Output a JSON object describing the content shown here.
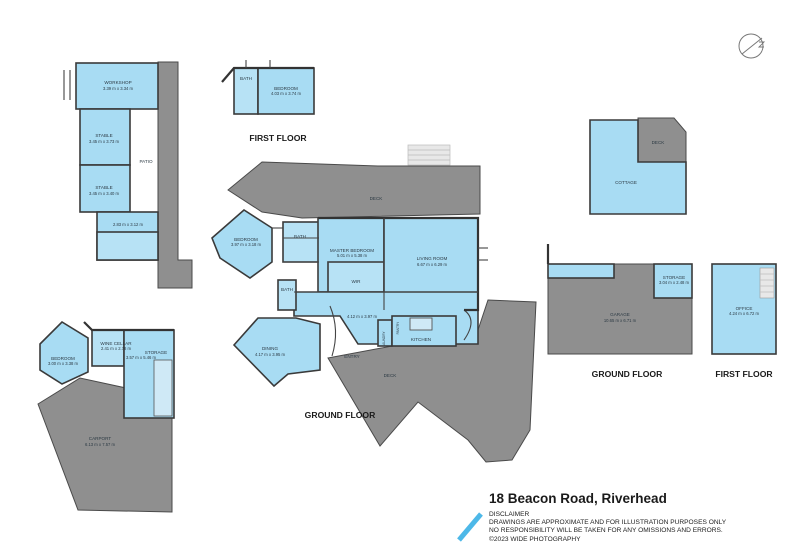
{
  "header": {
    "address": "18 Beacon Road, Riverhead"
  },
  "floor_labels": {
    "first_floor_top": "FIRST FLOOR",
    "ground_floor_main": "GROUND FLOOR",
    "ground_floor_right": "GROUND FLOOR",
    "first_floor_right": "FIRST FLOOR"
  },
  "rooms": {
    "workshop": {
      "name": "WORKSHOP",
      "dims": "3.39 m x 3.34 m"
    },
    "stable1": {
      "name": "STABLE",
      "dims": "3.45 m x 3.73 m"
    },
    "stable2": {
      "name": "STABLE",
      "dims": "3.45 m x 3.40 m"
    },
    "patio": {
      "name": "PATIO"
    },
    "small_room": {
      "dims": "2.83 m x 3.12 m"
    },
    "bath_ff": {
      "name": "BATH"
    },
    "bedroom_ff": {
      "name": "BEDROOM",
      "dims": "4.03 m x 3.74 m"
    },
    "deck_main": {
      "name": "DECK"
    },
    "bedroom_main": {
      "name": "BEDROOM",
      "dims": "3.97 m x 3.18 m"
    },
    "bath_main": {
      "name": "BATH"
    },
    "master": {
      "name": "MASTER BEDROOM",
      "dims": "5.01 m x 5.38 m"
    },
    "wir": {
      "name": "WIR"
    },
    "living": {
      "name": "LIVING ROOM",
      "dims": "6.67 m x 6.29 m"
    },
    "bath_small": {
      "name": "BATH"
    },
    "laundry": {
      "name": "LAUNDRY"
    },
    "dining": {
      "name": "DINING",
      "dims": "4.17 m x 3.95 m"
    },
    "hall": {
      "dims": "4.12 m x 3.97 m"
    },
    "entry": {
      "name": "ENTRY"
    },
    "pantry": {
      "name": "PANTRY"
    },
    "kitchen": {
      "name": "KITCHEN"
    },
    "deck_lower": {
      "name": "DECK"
    },
    "bedroom_left": {
      "name": "BEDROOM",
      "dims": "3.00 m x 3.38 m"
    },
    "wine_cellar": {
      "name": "WINE CELLAR",
      "dims": "2.41 m x 2.78 m"
    },
    "storage_left": {
      "name": "STORAGE",
      "dims": "3.57 m x 5.46 m"
    },
    "carport": {
      "name": "CARPORT",
      "dims": "6.13 m x 7.57 m"
    },
    "cottage": {
      "name": "COTTAGE"
    },
    "deck_cottage": {
      "name": "DECK"
    },
    "storage_right": {
      "name": "STORAGE",
      "dims": "3.04 m x 2.48 m"
    },
    "garage": {
      "name": "GARAGE",
      "dims": "10.65 m x 6.71 m"
    },
    "office": {
      "name": "OFFICE",
      "dims": "4.24 m x 6.72 m"
    }
  },
  "disclaimer": {
    "heading": "DISCLAIMER",
    "line1": "DRAWINGS ARE APPROXIMATE AND FOR ILLUSTRATION PURPOSES ONLY",
    "line2": "NO RESPONSIBILITY WILL BE TAKEN FOR ANY OMISSIONS AND ERRORS.",
    "line3": "©2023 WIDE PHOTOGRAPHY"
  },
  "colors": {
    "room_fill": "#a8dcf3",
    "deck_fill": "#8f8f8f",
    "accent": "#4db8e8"
  },
  "icons": {
    "compass": "compass-icon",
    "brand": "brand-slash-icon"
  }
}
